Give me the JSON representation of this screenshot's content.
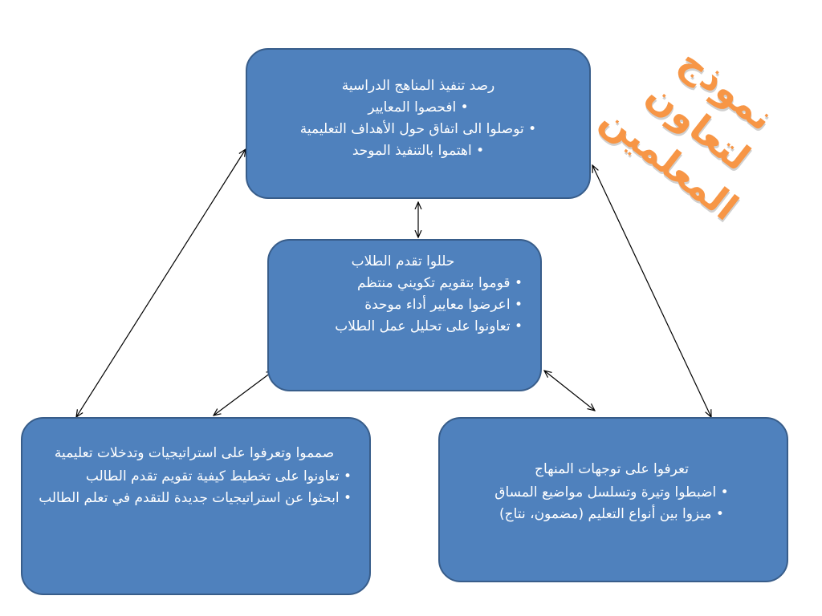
{
  "side_title": "نموذج لتعاون المعلمين",
  "boxes": {
    "top": {
      "title": "رصد تنفيذ المناهج الدراسية",
      "items": [
        "افحصوا المعايير",
        "توصلوا الى اتفاق حول الأهداف التعليمية",
        "اهتموا بالتنفيذ الموحد"
      ]
    },
    "middle": {
      "title": "حللوا تقدم الطلاب",
      "items": [
        "قوموا بتقويم تكويني منتظم",
        "اعرضوا معايير أداء موحدة",
        "تعاونوا على تحليل عمل الطلاب"
      ]
    },
    "left": {
      "title": "صمموا وتعرفوا على استراتيجيات وتدخلات تعليمية",
      "items": [
        "تعاونوا على تخطيط كيفية تقويم تقدم الطالب",
        "ابحثوا عن استراتيجيات جديدة للتقدم في تعلم الطالب"
      ]
    },
    "right": {
      "title": "تعرفوا على توجهات المنهاج",
      "items": [
        "اضبطوا وتيرة وتسلسل مواضيع المساق",
        "ميزوا بين أنواع التعليم (مضمون، نتاج)"
      ]
    }
  },
  "colors": {
    "box_fill": "#4f81bd",
    "box_border": "#385d8a",
    "title_accent": "#f79646",
    "arrow": "#000000"
  }
}
